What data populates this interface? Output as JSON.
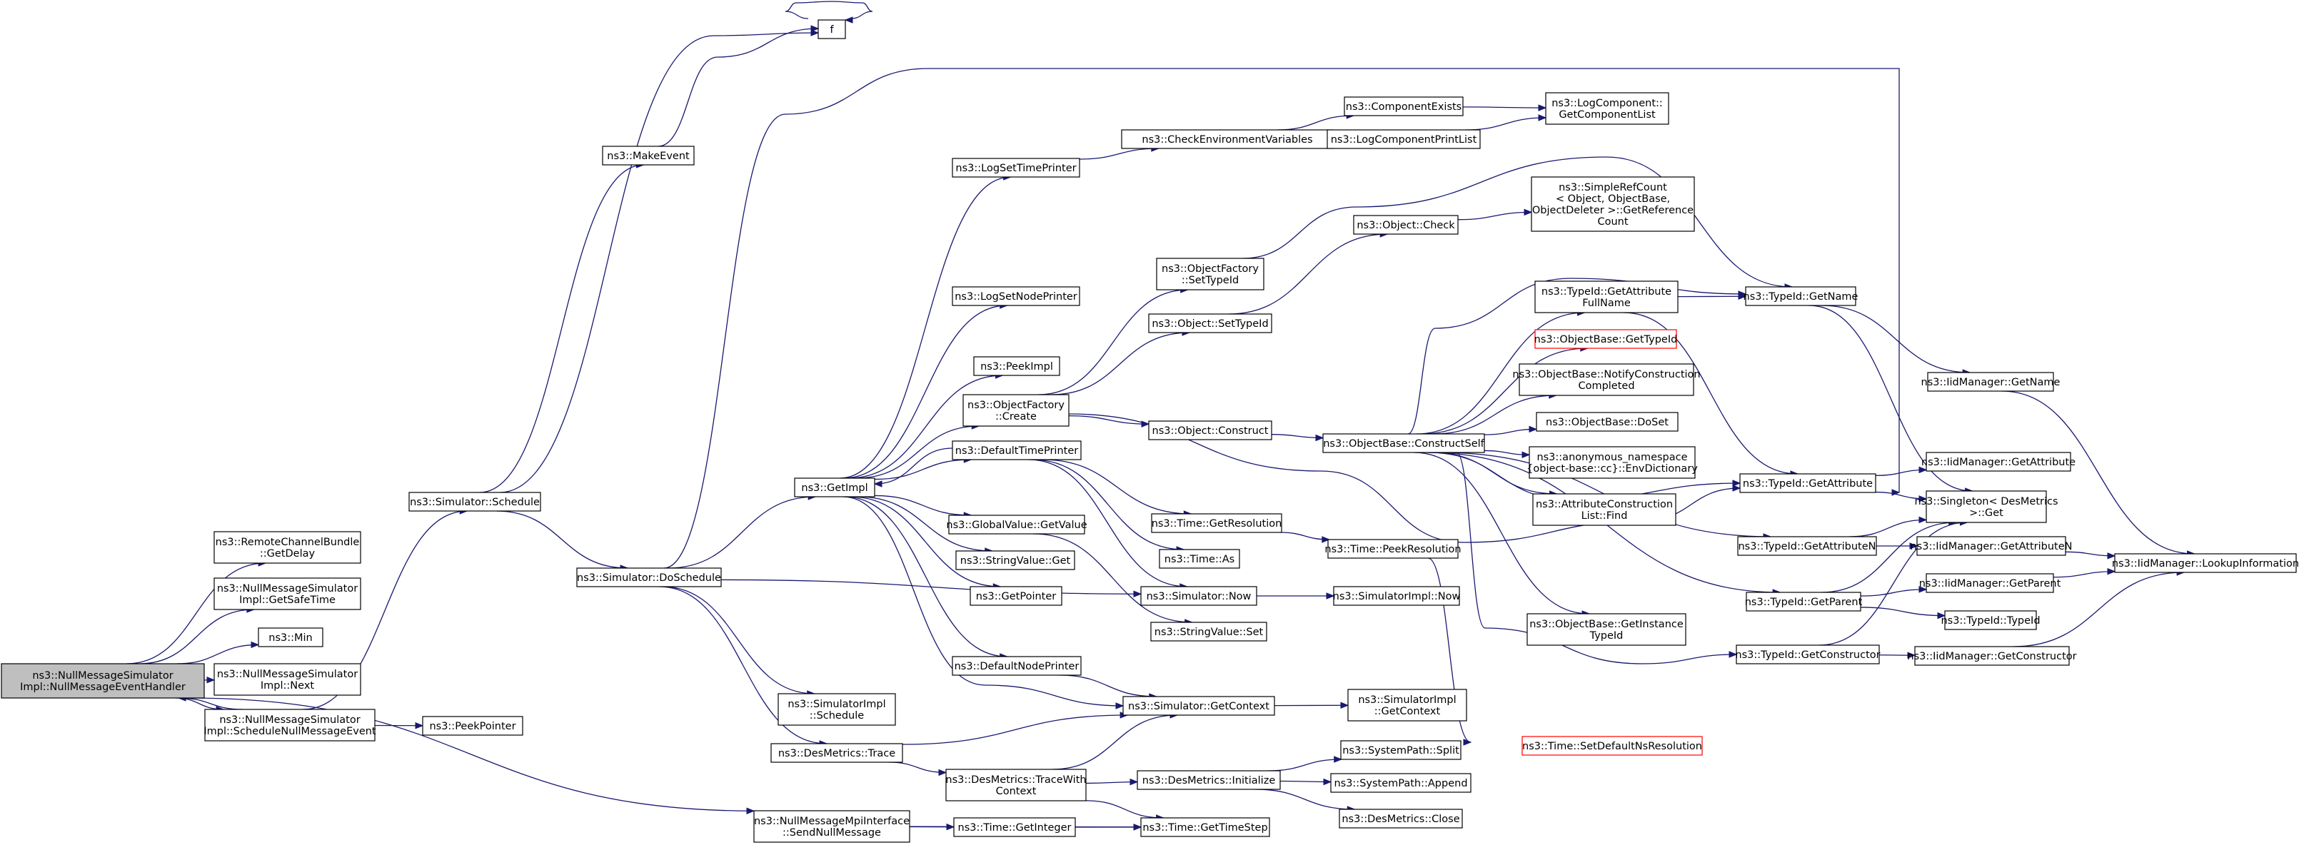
{
  "nodes": [
    {
      "id": "n0",
      "lines": [
        "ns3::NullMessageSimulator",
        "Impl::NullMessageEventHandler"
      ],
      "style": "highlight"
    },
    {
      "id": "n1",
      "lines": [
        "ns3::RemoteChannelBundle",
        "::GetDelay"
      ]
    },
    {
      "id": "n2",
      "lines": [
        "ns3::NullMessageSimulator",
        "Impl::GetSafeTime"
      ]
    },
    {
      "id": "n3",
      "lines": [
        "ns3::Min"
      ]
    },
    {
      "id": "n4",
      "lines": [
        "ns3::NullMessageSimulator",
        "Impl::Next"
      ]
    },
    {
      "id": "n5",
      "lines": [
        "ns3::NullMessageSimulator",
        "Impl::ScheduleNullMessageEvent"
      ]
    },
    {
      "id": "n6",
      "lines": [
        "ns3::PeekPointer"
      ]
    },
    {
      "id": "n7",
      "lines": [
        "ns3::Simulator::Schedule"
      ]
    },
    {
      "id": "n8",
      "lines": [
        "ns3::MakeEvent"
      ]
    },
    {
      "id": "n9",
      "lines": [
        "f"
      ]
    },
    {
      "id": "n10",
      "lines": [
        "ns3::Simulator::DoSchedule"
      ]
    },
    {
      "id": "n11",
      "lines": [
        "ns3::GetImpl"
      ]
    },
    {
      "id": "n12",
      "lines": [
        "ns3::SimulatorImpl",
        "::Schedule"
      ]
    },
    {
      "id": "n13",
      "lines": [
        "ns3::DesMetrics::Trace"
      ]
    },
    {
      "id": "n14",
      "lines": [
        "ns3::NullMessageMpiInterface",
        "::SendNullMessage"
      ]
    },
    {
      "id": "n15",
      "lines": [
        "ns3::LogSetTimePrinter"
      ]
    },
    {
      "id": "n16",
      "lines": [
        "ns3::LogSetNodePrinter"
      ]
    },
    {
      "id": "n17",
      "lines": [
        "ns3::PeekImpl"
      ]
    },
    {
      "id": "n18",
      "lines": [
        "ns3::ObjectFactory",
        "::Create"
      ]
    },
    {
      "id": "n19",
      "lines": [
        "ns3::DefaultTimePrinter"
      ]
    },
    {
      "id": "n20",
      "lines": [
        "ns3::GlobalValue::GetValue"
      ]
    },
    {
      "id": "n21",
      "lines": [
        "ns3::StringValue::Get"
      ]
    },
    {
      "id": "n22",
      "lines": [
        "ns3::GetPointer"
      ]
    },
    {
      "id": "n23",
      "lines": [
        "ns3::DefaultNodePrinter"
      ]
    },
    {
      "id": "n24",
      "lines": [
        "ns3::DesMetrics::TraceWith",
        "Context"
      ]
    },
    {
      "id": "n25",
      "lines": [
        "ns3::Time::GetInteger"
      ]
    },
    {
      "id": "n26",
      "lines": [
        "ns3::CheckEnvironmentVariables"
      ]
    },
    {
      "id": "n27",
      "lines": [
        "ns3::ObjectFactory",
        "::SetTypeId"
      ]
    },
    {
      "id": "n28",
      "lines": [
        "ns3::Object::SetTypeId"
      ]
    },
    {
      "id": "n29",
      "lines": [
        "ns3::Object::Construct"
      ]
    },
    {
      "id": "n30",
      "lines": [
        "ns3::Time::GetResolution"
      ]
    },
    {
      "id": "n31",
      "lines": [
        "ns3::Time::As"
      ]
    },
    {
      "id": "n32",
      "lines": [
        "ns3::Simulator::Now"
      ]
    },
    {
      "id": "n33",
      "lines": [
        "ns3::StringValue::Set"
      ]
    },
    {
      "id": "n34",
      "lines": [
        "ns3::Simulator::GetContext"
      ]
    },
    {
      "id": "n35",
      "lines": [
        "ns3::DesMetrics::Initialize"
      ]
    },
    {
      "id": "n36",
      "lines": [
        "ns3::Time::GetTimeStep"
      ]
    },
    {
      "id": "n37",
      "lines": [
        "ns3::ComponentExists"
      ]
    },
    {
      "id": "n38",
      "lines": [
        "ns3::LogComponentPrintList"
      ]
    },
    {
      "id": "n39",
      "lines": [
        "ns3::Object::Check"
      ]
    },
    {
      "id": "n40",
      "lines": [
        "ns3::ObjectBase::ConstructSelf"
      ]
    },
    {
      "id": "n41",
      "lines": [
        "ns3::Time::PeekResolution"
      ]
    },
    {
      "id": "n42",
      "lines": [
        "ns3::SimulatorImpl::Now"
      ]
    },
    {
      "id": "n43",
      "lines": [
        "ns3::SimulatorImpl",
        "::GetContext"
      ]
    },
    {
      "id": "n44",
      "lines": [
        "ns3::SystemPath::Split"
      ]
    },
    {
      "id": "n45",
      "lines": [
        "ns3::SystemPath::Append"
      ]
    },
    {
      "id": "n46",
      "lines": [
        "ns3::DesMetrics::Close"
      ]
    },
    {
      "id": "n47",
      "lines": [
        "ns3::LogComponent::",
        "GetComponentList"
      ]
    },
    {
      "id": "n48",
      "lines": [
        "ns3::SimpleRefCount",
        "< Object, ObjectBase,",
        "ObjectDeleter >::GetReference",
        "Count"
      ]
    },
    {
      "id": "n49",
      "lines": [
        "ns3::TypeId::GetAttribute",
        "FullName"
      ]
    },
    {
      "id": "n50",
      "lines": [
        "ns3::ObjectBase::GetTypeId"
      ],
      "style": "missing"
    },
    {
      "id": "n51",
      "lines": [
        "ns3::ObjectBase::NotifyConstruction",
        "Completed"
      ]
    },
    {
      "id": "n52",
      "lines": [
        "ns3::ObjectBase::DoSet"
      ]
    },
    {
      "id": "n53",
      "lines": [
        "ns3::anonymous_namespace",
        "{object-base::cc}::EnvDictionary"
      ]
    },
    {
      "id": "n54",
      "lines": [
        "ns3::AttributeConstruction",
        "List::Find"
      ]
    },
    {
      "id": "n55",
      "lines": [
        "ns3::ObjectBase::GetInstance",
        "TypeId"
      ]
    },
    {
      "id": "n56",
      "lines": [
        "ns3::Time::SetDefaultNsResolution"
      ],
      "style": "missing"
    },
    {
      "id": "n57",
      "lines": [
        "ns3::TypeId::GetName"
      ]
    },
    {
      "id": "n58",
      "lines": [
        "ns3::TypeId::GetAttribute"
      ]
    },
    {
      "id": "n59",
      "lines": [
        "ns3::TypeId::GetAttributeN"
      ]
    },
    {
      "id": "n60",
      "lines": [
        "ns3::TypeId::GetParent"
      ]
    },
    {
      "id": "n61",
      "lines": [
        "ns3::TypeId::GetConstructor"
      ]
    },
    {
      "id": "n62",
      "lines": [
        "ns3::IidManager::GetName"
      ]
    },
    {
      "id": "n63",
      "lines": [
        "ns3::IidManager::GetAttribute"
      ]
    },
    {
      "id": "n64",
      "lines": [
        "ns3::Singleton< DesMetrics",
        ">::Get"
      ]
    },
    {
      "id": "n65",
      "lines": [
        "ns3::IidManager::GetAttributeN"
      ]
    },
    {
      "id": "n66",
      "lines": [
        "ns3::IidManager::GetParent"
      ]
    },
    {
      "id": "n67",
      "lines": [
        "ns3::TypeId::TypeId"
      ]
    },
    {
      "id": "n68",
      "lines": [
        "ns3::IidManager::GetConstructor"
      ]
    },
    {
      "id": "n69",
      "lines": [
        "ns3::IidManager::LookupInformation"
      ]
    }
  ],
  "edges": [
    [
      "n0",
      "n1"
    ],
    [
      "n0",
      "n2"
    ],
    [
      "n0",
      "n3"
    ],
    [
      "n0",
      "n4"
    ],
    [
      "n0",
      "n5"
    ],
    [
      "n0",
      "n14"
    ],
    [
      "n5",
      "n0"
    ],
    [
      "n5",
      "n6"
    ],
    [
      "n5",
      "n7"
    ],
    [
      "n7",
      "n8"
    ],
    [
      "n7",
      "n9"
    ],
    [
      "n7",
      "n10"
    ],
    [
      "n8",
      "n9"
    ],
    [
      "n9",
      "n9"
    ],
    [
      "n10",
      "n11"
    ],
    [
      "n10",
      "n12"
    ],
    [
      "n10",
      "n13"
    ],
    [
      "n10",
      "n32"
    ],
    [
      "n10",
      "n64"
    ],
    [
      "n11",
      "n15"
    ],
    [
      "n11",
      "n16"
    ],
    [
      "n11",
      "n17"
    ],
    [
      "n11",
      "n18"
    ],
    [
      "n11",
      "n19"
    ],
    [
      "n11",
      "n20"
    ],
    [
      "n11",
      "n21"
    ],
    [
      "n11",
      "n22"
    ],
    [
      "n11",
      "n23"
    ],
    [
      "n11",
      "n34"
    ],
    [
      "n19",
      "n11"
    ],
    [
      "n19",
      "n30"
    ],
    [
      "n19",
      "n31"
    ],
    [
      "n19",
      "n32"
    ],
    [
      "n15",
      "n26"
    ],
    [
      "n26",
      "n37"
    ],
    [
      "n26",
      "n38"
    ],
    [
      "n37",
      "n47"
    ],
    [
      "n38",
      "n47"
    ],
    [
      "n18",
      "n27"
    ],
    [
      "n18",
      "n28"
    ],
    [
      "n18",
      "n29"
    ],
    [
      "n18",
      "n58"
    ],
    [
      "n27",
      "n57"
    ],
    [
      "n28",
      "n39"
    ],
    [
      "n39",
      "n48"
    ],
    [
      "n29",
      "n40"
    ],
    [
      "n40",
      "n49"
    ],
    [
      "n40",
      "n50"
    ],
    [
      "n40",
      "n51"
    ],
    [
      "n40",
      "n52"
    ],
    [
      "n40",
      "n53"
    ],
    [
      "n40",
      "n54"
    ],
    [
      "n40",
      "n55"
    ],
    [
      "n40",
      "n57"
    ],
    [
      "n40",
      "n58"
    ],
    [
      "n40",
      "n59"
    ],
    [
      "n40",
      "n60"
    ],
    [
      "n40",
      "n61"
    ],
    [
      "n49",
      "n57"
    ],
    [
      "n49",
      "n58"
    ],
    [
      "n57",
      "n62"
    ],
    [
      "n57",
      "n64"
    ],
    [
      "n62",
      "n69"
    ],
    [
      "n58",
      "n63"
    ],
    [
      "n58",
      "n64"
    ],
    [
      "n59",
      "n65"
    ],
    [
      "n59",
      "n64"
    ],
    [
      "n60",
      "n66"
    ],
    [
      "n60",
      "n67"
    ],
    [
      "n60",
      "n64"
    ],
    [
      "n61",
      "n68"
    ],
    [
      "n61",
      "n64"
    ],
    [
      "n65",
      "n69"
    ],
    [
      "n66",
      "n69"
    ],
    [
      "n68",
      "n69"
    ],
    [
      "n30",
      "n41"
    ],
    [
      "n41",
      "n56"
    ],
    [
      "n20",
      "n33"
    ],
    [
      "n32",
      "n42"
    ],
    [
      "n23",
      "n34"
    ],
    [
      "n34",
      "n43"
    ],
    [
      "n13",
      "n34"
    ],
    [
      "n13",
      "n24"
    ],
    [
      "n24",
      "n34"
    ],
    [
      "n24",
      "n35"
    ],
    [
      "n24",
      "n36"
    ],
    [
      "n35",
      "n44"
    ],
    [
      "n35",
      "n45"
    ],
    [
      "n35",
      "n46"
    ],
    [
      "n14",
      "n25"
    ],
    [
      "n14",
      "n36"
    ],
    [
      "n25",
      "n36"
    ]
  ]
}
